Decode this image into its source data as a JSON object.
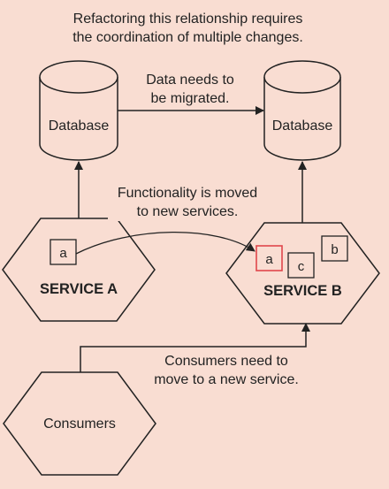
{
  "caption": {
    "line1": "Refactoring this relationship requires",
    "line2": "the coordination of multiple changes."
  },
  "migration_note": {
    "line1": "Data needs to",
    "line2": "be migrated."
  },
  "database_left": {
    "label": "Database"
  },
  "database_right": {
    "label": "Database"
  },
  "move_note": {
    "line1": "Functionality is moved",
    "line2": "to new services."
  },
  "service_a": {
    "title": "SERVICE A",
    "module": "a"
  },
  "service_b": {
    "title": "SERVICE B",
    "modules": [
      "a",
      "c",
      "b"
    ],
    "highlight_color": "#e0464b"
  },
  "consumer_note": {
    "line1": "Consumers need to",
    "line2": "move to a new service."
  },
  "consumers": {
    "label": "Consumers"
  },
  "colors": {
    "background": "#f9ddd2",
    "stroke": "#222222"
  }
}
